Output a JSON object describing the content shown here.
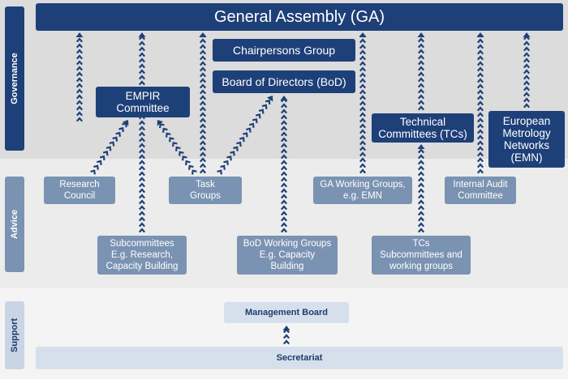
{
  "side_labels": {
    "governance": "Governance",
    "advice": "Advice",
    "support": "Support"
  },
  "governance": {
    "general_assembly": "General Assembly (GA)",
    "chairpersons_group": "Chairpersons Group",
    "board_of_directors": "Board of Directors (BoD)",
    "empir_committee": [
      "EMPIR",
      "Committee"
    ],
    "technical_committees": [
      "Technical",
      "Committees (TCs)"
    ],
    "emn": [
      "European",
      "Metrology",
      "Networks",
      "(EMN)"
    ]
  },
  "advice": {
    "research_council": [
      "Research",
      "Council"
    ],
    "task_groups": [
      "Task",
      "Groups"
    ],
    "ga_working_groups": [
      "GA Working Groups,",
      "e.g. EMN"
    ],
    "internal_audit": [
      "Internal Audit",
      "Committee"
    ],
    "subcommittees": [
      "Subcommittees",
      "E.g. Research,",
      "Capacity Building"
    ],
    "bod_working_groups": [
      "BoD Working Groups",
      "E.g. Capacity",
      "Building"
    ],
    "tc_subcommittees": [
      "TCs",
      "Subcommittees and",
      "working groups"
    ]
  },
  "support": {
    "management_board": "Management Board",
    "secretariat": "Secretariat"
  },
  "colors": {
    "dark_blue": "#1e4079",
    "mid_blue": "#7b93b2",
    "light_blue": "#d6e0ec",
    "gov_band": "#dcdcdc",
    "advice_band": "#ececec",
    "support_band": "#f4f4f4"
  }
}
